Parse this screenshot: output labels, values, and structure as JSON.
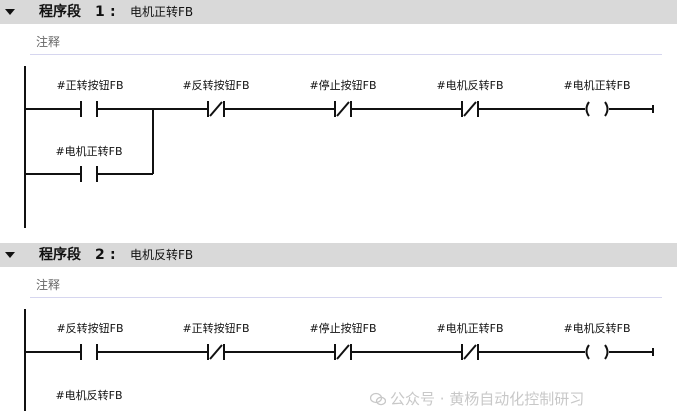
{
  "networks": [
    {
      "title": "程序段",
      "number": "1",
      "colon": ":",
      "name": "电机正转FB",
      "comment": "注释",
      "contacts": [
        "#正转按钮FB",
        "#反转按钮FB",
        "#停止按钮FB",
        "#电机反转FB"
      ],
      "coil": "#电机正转FB",
      "parallel_contact": "#电机正转FB"
    },
    {
      "title": "程序段",
      "number": "2",
      "colon": ":",
      "name": "电机反转FB",
      "comment": "注释",
      "contacts": [
        "#反转按钮FB",
        "#正转按钮FB",
        "#停止按钮FB",
        "#电机正转FB"
      ],
      "coil": "#电机反转FB",
      "parallel_contact": "#电机反转FB"
    }
  ],
  "watermark": "公众号 · 黄杨自动化控制研习"
}
